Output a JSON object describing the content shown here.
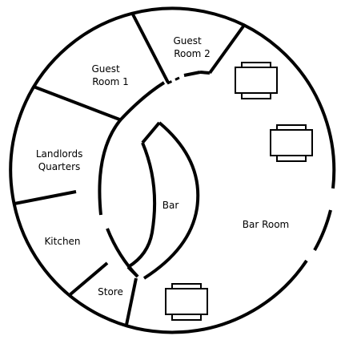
{
  "map": {
    "rooms": {
      "guest_room_1": [
        "Guest",
        "Room 1"
      ],
      "guest_room_2": [
        "Guest",
        "Room 2"
      ],
      "landlords_quarters": [
        "Landlords",
        "Quarters"
      ],
      "kitchen": "Kitchen",
      "store": "Store",
      "bar": "Bar",
      "bar_room": "Bar Room"
    },
    "colors": {
      "walls": "#000000",
      "background": "#ffffff"
    },
    "table_count": 3
  }
}
